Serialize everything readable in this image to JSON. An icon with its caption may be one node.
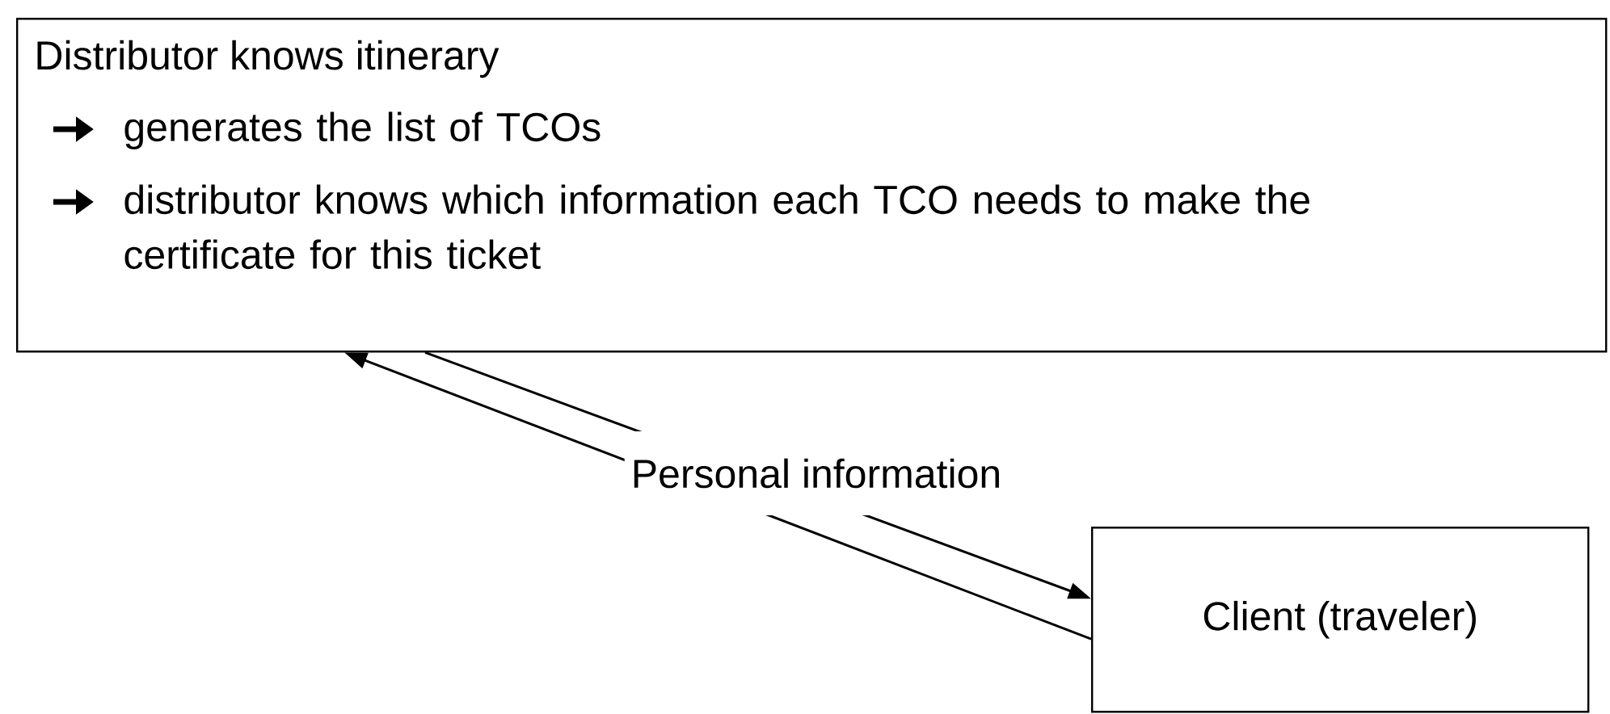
{
  "diagram": {
    "nodes": [
      {
        "text": [
          "Distributor knows itinerary",
          "generates the list of TCOs",
          "distributor knows which information each TCO needs to make the certificate for this ticket"
        ]
      },
      {
        "text": [
          "Client (traveler)"
        ]
      }
    ],
    "edges": [
      {
        "from": 1,
        "to": 0,
        "arrow": "to",
        "label": "Personal information"
      },
      {
        "from": 0,
        "to": 1,
        "arrow": "to"
      }
    ]
  }
}
